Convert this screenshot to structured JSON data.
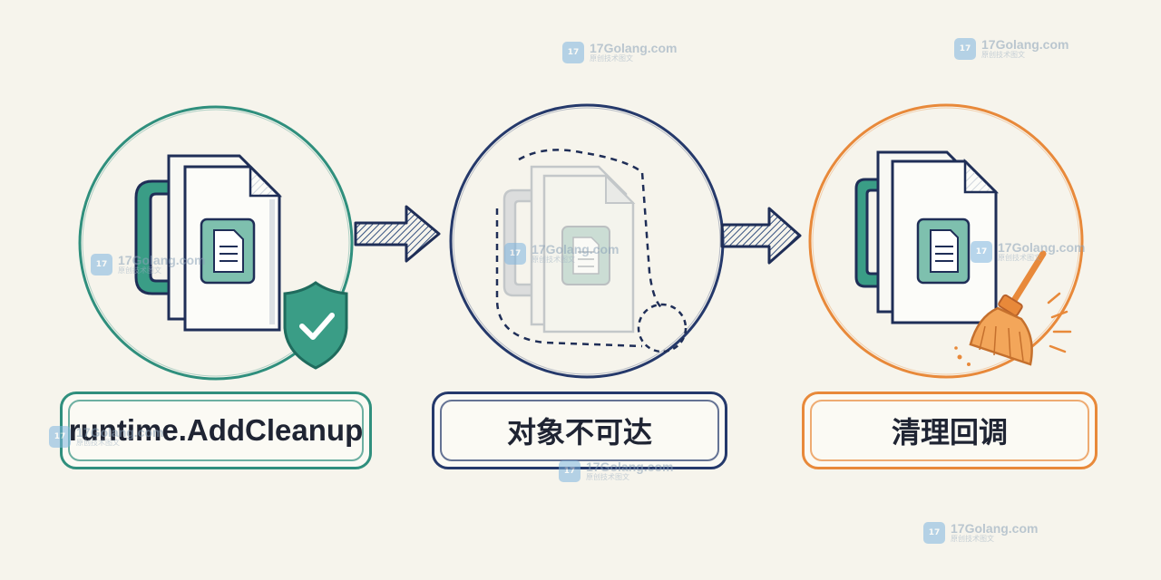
{
  "steps": [
    {
      "label": "runtime.AddCleanup",
      "icon": "file-with-shield-check-icon"
    },
    {
      "label": "对象不可达",
      "icon": "faded-dashed-file-icon"
    },
    {
      "label": "清理回调",
      "icon": "file-with-broom-icon"
    }
  ],
  "arrows": [
    "arrow-right-icon",
    "arrow-right-icon"
  ],
  "colors": {
    "step1": "#2f8f7d",
    "step2": "#25396b",
    "step3": "#e8893a",
    "arrow": "#25396b",
    "background": "#f6f4ec"
  },
  "watermark": {
    "title": "17Golang.com",
    "subtitle": "原创技术图文",
    "icon": "17golang-logo-icon"
  }
}
